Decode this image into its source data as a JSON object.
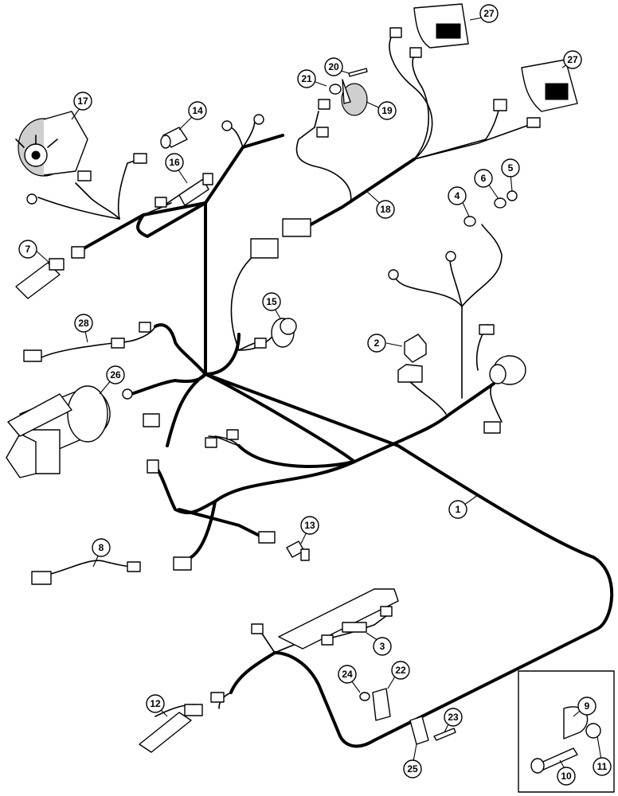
{
  "callouts": [
    {
      "id": "1",
      "label": "1"
    },
    {
      "id": "2",
      "label": "2"
    },
    {
      "id": "3",
      "label": "3"
    },
    {
      "id": "4",
      "label": "4"
    },
    {
      "id": "5",
      "label": "5"
    },
    {
      "id": "6",
      "label": "6"
    },
    {
      "id": "7",
      "label": "7"
    },
    {
      "id": "8",
      "label": "8"
    },
    {
      "id": "9",
      "label": "9"
    },
    {
      "id": "10",
      "label": "10"
    },
    {
      "id": "11",
      "label": "11"
    },
    {
      "id": "12",
      "label": "12"
    },
    {
      "id": "13",
      "label": "13"
    },
    {
      "id": "14",
      "label": "14"
    },
    {
      "id": "15",
      "label": "15"
    },
    {
      "id": "16",
      "label": "16"
    },
    {
      "id": "17",
      "label": "17"
    },
    {
      "id": "18",
      "label": "18"
    },
    {
      "id": "19",
      "label": "19"
    },
    {
      "id": "20",
      "label": "20"
    },
    {
      "id": "21",
      "label": "21"
    },
    {
      "id": "22",
      "label": "22"
    },
    {
      "id": "23",
      "label": "23"
    },
    {
      "id": "24",
      "label": "24"
    },
    {
      "id": "25",
      "label": "25"
    },
    {
      "id": "26",
      "label": "26"
    },
    {
      "id": "27a",
      "label": "27"
    },
    {
      "id": "27b",
      "label": "27"
    },
    {
      "id": "28",
      "label": "28"
    }
  ]
}
